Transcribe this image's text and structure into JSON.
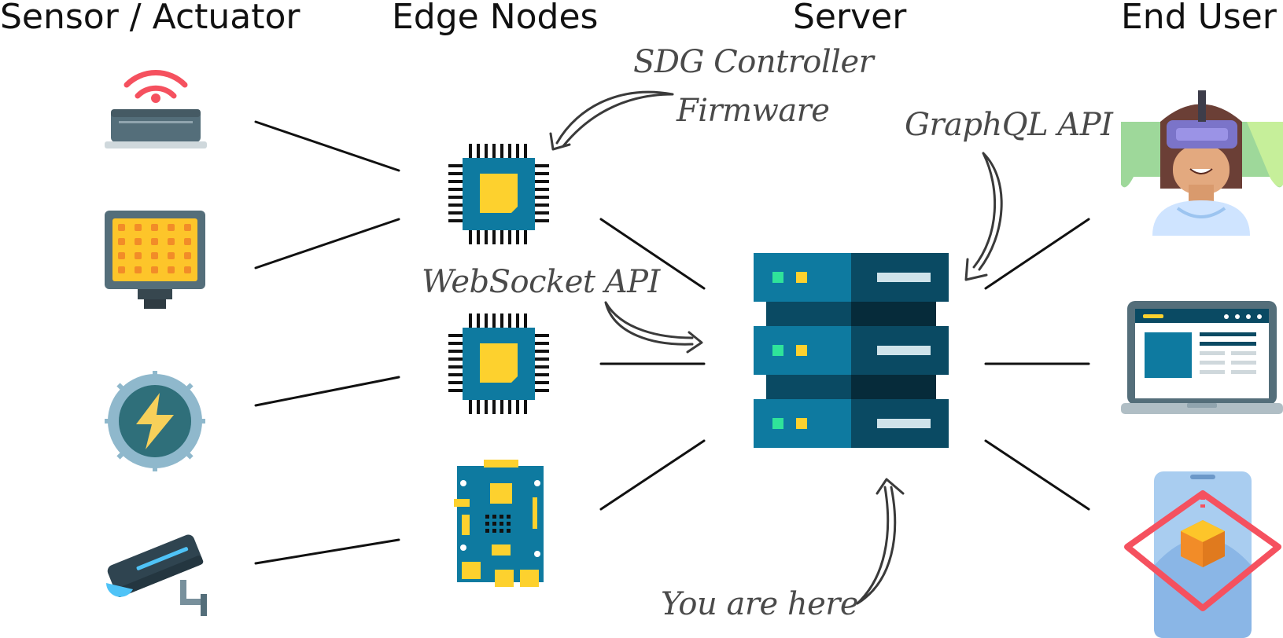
{
  "columns": {
    "sensor_actuator": "Sensor / Actuator",
    "edge_nodes": "Edge Nodes",
    "server": "Server",
    "end_user": "End User"
  },
  "annotations": {
    "sdg_line1": "SDG Controller",
    "sdg_line2": "Firmware",
    "graphql": "GraphQL API",
    "websocket": "WebSocket API",
    "you_are_here": "You are here"
  },
  "icons": {
    "sensors": [
      "wifi-router-icon",
      "led-panel-icon",
      "power-gear-icon",
      "security-camera-icon"
    ],
    "edge": [
      "microchip-icon",
      "microchip-icon",
      "circuit-board-icon"
    ],
    "server": "server-rack-icon",
    "users": [
      "vr-headset-user-icon",
      "laptop-dashboard-icon",
      "ar-phone-icon"
    ]
  },
  "colors": {
    "teal_dark": "#0a4a63",
    "teal": "#0e7aa0",
    "yellow": "#fdd12e",
    "red": "#f5515f",
    "slate": "#546e7a",
    "line": "#111111",
    "note": "#4a4a4a"
  }
}
